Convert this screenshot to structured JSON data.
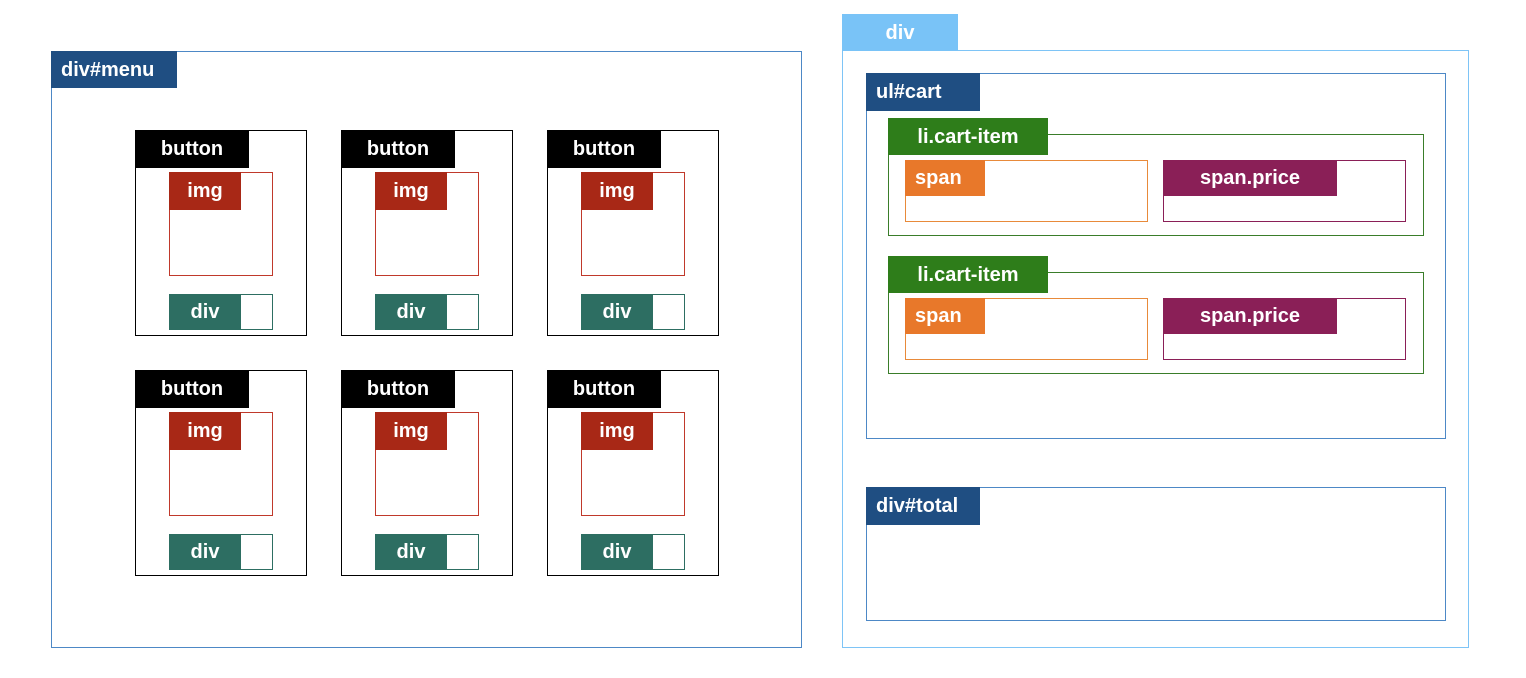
{
  "labels": {
    "menu": "div#menu",
    "right_container": "div",
    "cart": "ul#cart",
    "total": "div#total"
  },
  "menu_buttons": [
    {
      "button": "button",
      "img": "img",
      "div": "div"
    },
    {
      "button": "button",
      "img": "img",
      "div": "div"
    },
    {
      "button": "button",
      "img": "img",
      "div": "div"
    },
    {
      "button": "button",
      "img": "img",
      "div": "div"
    },
    {
      "button": "button",
      "img": "img",
      "div": "div"
    },
    {
      "button": "button",
      "img": "img",
      "div": "div"
    }
  ],
  "cart_items": [
    {
      "item": "li.cart-item",
      "span": "span",
      "price": "span.price"
    },
    {
      "item": "li.cart-item",
      "span": "span",
      "price": "span.price"
    }
  ],
  "colors": {
    "menu": "#1f4e82",
    "container": "#79c3f7",
    "button": "#000000",
    "img": "#a82816",
    "div": "#2d6e62",
    "cart_item": "#2e7d1a",
    "span": "#e8782a",
    "price": "#8a1f57"
  }
}
